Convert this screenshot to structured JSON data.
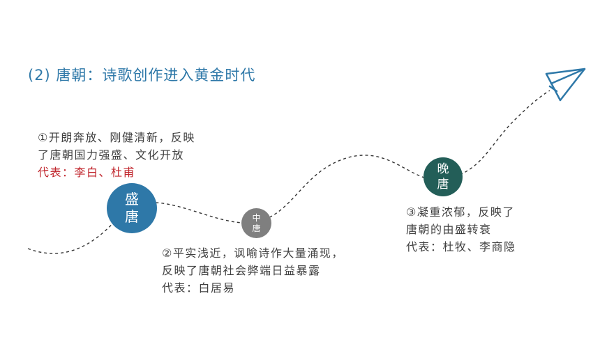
{
  "title": "(2) 唐朝：诗歌创作进入黄金时代",
  "colors": {
    "title": "#2E78A8",
    "text": "#404040",
    "representative_highlight": "#C0262D",
    "node_high_tang": "#2E78A8",
    "node_mid_tang": "#7F7F7F",
    "node_late_tang": "#235E58",
    "curve": "#333333",
    "plane": "#2E78A8"
  },
  "icons": {
    "plane": "paper-plane-icon"
  },
  "nodes": {
    "high_tang": {
      "line1": "盛",
      "line2": "唐"
    },
    "mid_tang": {
      "line1": "中",
      "line2": "唐"
    },
    "late_tang": {
      "line1": "晚",
      "line2": "唐"
    }
  },
  "high_tang": {
    "lines": [
      "①开朗奔放、刚健清新，反映",
      "了唐朝国力强盛、文化开放"
    ],
    "representatives": "代表：李白、杜甫"
  },
  "mid_tang": {
    "lines": [
      "②平实浅近，讽喻诗作大量涌现，",
      "反映了唐朝社会弊端日益暴露"
    ],
    "representatives": "代表：白居易"
  },
  "late_tang": {
    "lines": [
      "③凝重浓郁，反映了",
      "唐朝的由盛转衰"
    ],
    "representatives": "代表：杜牧、李商隐"
  }
}
